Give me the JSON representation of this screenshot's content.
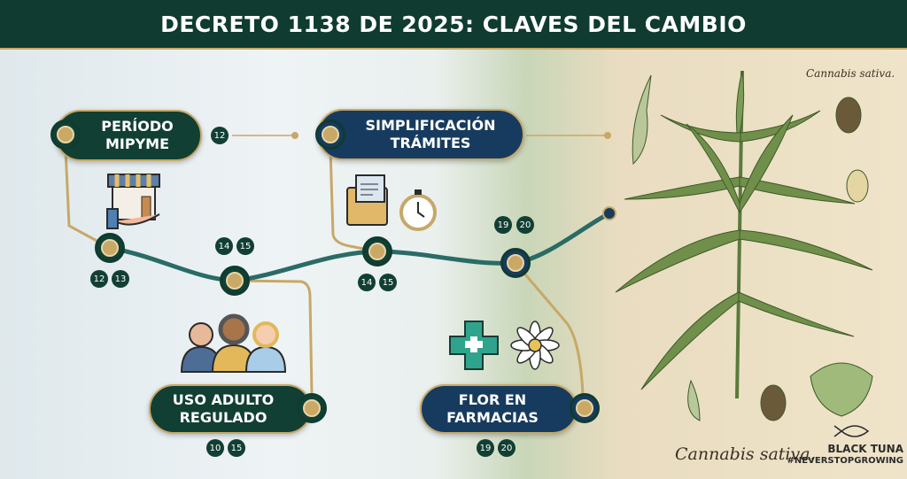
{
  "title": "DECRETO 1138 DE 2025: CLAVES DEL CAMBIO",
  "nodes": [
    {
      "label_1": "PERÍODO",
      "label_2": "MIPYME",
      "articles": [
        "12"
      ],
      "icon": "shop-hand-icon"
    },
    {
      "label_1": "SIMPLIFICACIÓN",
      "label_2": "TRÁMITES",
      "icon": "folder-stopwatch-icon"
    },
    {
      "label_1": "USO ADULTO",
      "label_2": "REGULADO",
      "articles": [
        "10",
        "15"
      ],
      "icon": "people-icon"
    },
    {
      "label_1": "FLOR EN",
      "label_2": "FARMACIAS",
      "articles": [
        "19",
        "20"
      ],
      "icon": "pharmacy-flower-icon"
    }
  ],
  "timeline_badges": [
    [
      "12",
      "13"
    ],
    [
      "14",
      "15"
    ],
    [
      "14",
      "15"
    ],
    [
      "19",
      "20"
    ]
  ],
  "illustration": {
    "caption_top": "Cannabis sativa.",
    "caption_bottom": "Cannabis sativa."
  },
  "brand": {
    "name": "BLACK TUNA",
    "hashtag": "#NEVERSTOPGROWING"
  },
  "colors": {
    "dark_green": "#123f33",
    "navy": "#173b5e",
    "gold": "#c7a867",
    "teal": "#2a6b66"
  }
}
